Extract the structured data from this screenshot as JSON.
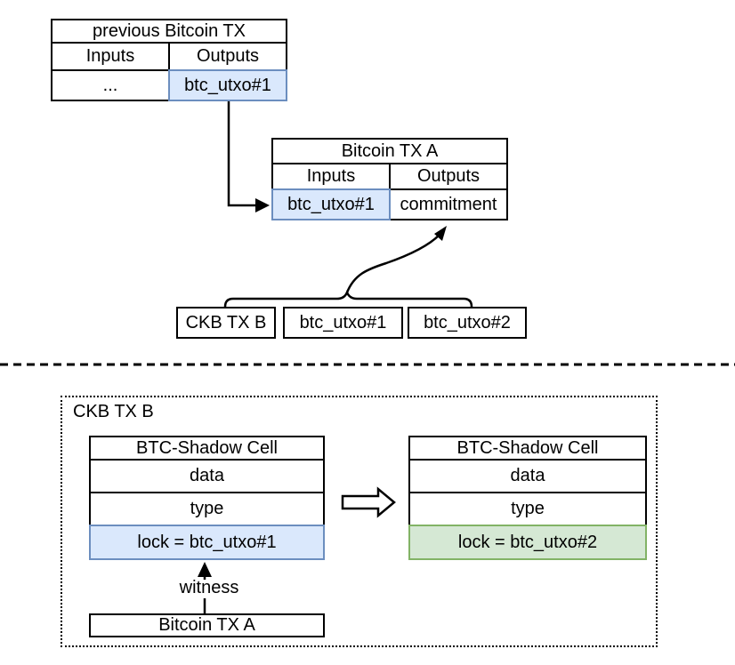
{
  "colors": {
    "highlight_blue_fill": "#dae8fc",
    "highlight_blue_stroke": "#6c8ebf",
    "highlight_green_fill": "#d5e8d4",
    "highlight_green_stroke": "#82b366",
    "line_black": "#000000"
  },
  "top": {
    "prev_tx": {
      "title": "previous Bitcoin TX",
      "inputs_header": "Inputs",
      "outputs_header": "Outputs",
      "input_value": "...",
      "output_value": "btc_utxo#1"
    },
    "tx_a": {
      "title": "Bitcoin TX A",
      "inputs_header": "Inputs",
      "outputs_header": "Outputs",
      "input_value": "btc_utxo#1",
      "output_value": "commitment"
    },
    "ckb_tx_b_label": "CKB TX B",
    "utxo1_label": "btc_utxo#1",
    "utxo2_label": "btc_utxo#2"
  },
  "bottom": {
    "container_label": "CKB TX B",
    "shadow_left": {
      "title": "BTC-Shadow Cell",
      "data_row": "data",
      "type_row": "type",
      "lock_row": "lock = btc_utxo#1"
    },
    "shadow_right": {
      "title": "BTC-Shadow Cell",
      "data_row": "data",
      "type_row": "type",
      "lock_row": "lock = btc_utxo#2"
    },
    "witness_label": "witness",
    "bitcoin_tx_a_label": "Bitcoin TX A"
  }
}
